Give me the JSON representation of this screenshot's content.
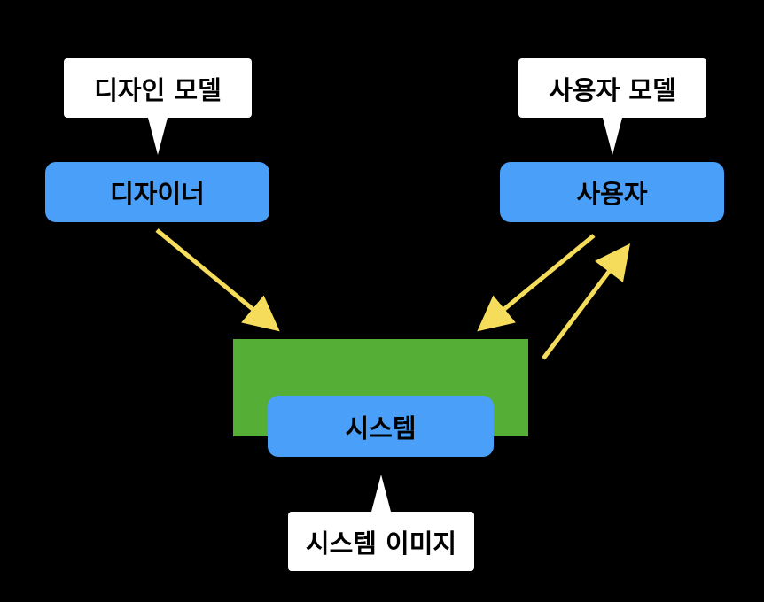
{
  "labels": {
    "designer_model": "디자인 모델",
    "user_model": "사용자 모델",
    "system_image": "시스템 이미지"
  },
  "nodes": {
    "designer": "디자이너",
    "user": "사용자",
    "system": "시스템"
  },
  "colors": {
    "background": "#000000",
    "node_fill": "#4a9ff8",
    "system_frame": "#55af37",
    "arrow": "#f5dc5a",
    "bubble": "#ffffff"
  }
}
